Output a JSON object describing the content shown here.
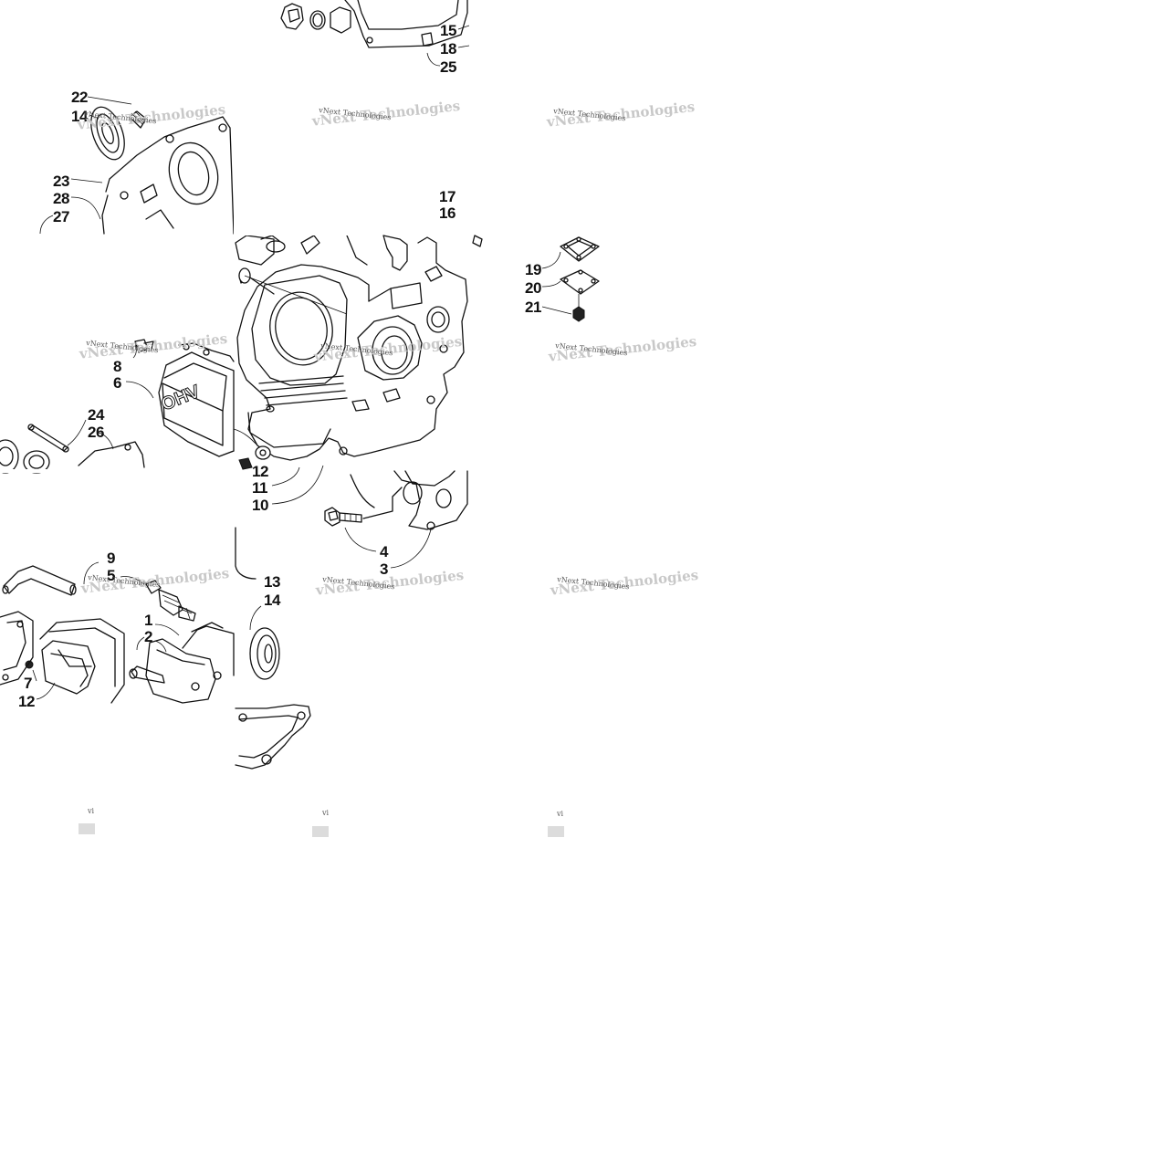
{
  "diagram": {
    "callouts": [
      "22",
      "14",
      "23",
      "28",
      "27",
      "15",
      "18",
      "25",
      "17",
      "16",
      "19",
      "20",
      "21",
      "8",
      "6",
      "24",
      "26",
      "12",
      "11",
      "10",
      "4",
      "3",
      "13",
      "14",
      "9",
      "5",
      "1",
      "2",
      "7",
      "12"
    ],
    "watermark": {
      "text": "vNext Technologies",
      "fragment": "vi"
    },
    "head_cover_marking": "OHV"
  }
}
